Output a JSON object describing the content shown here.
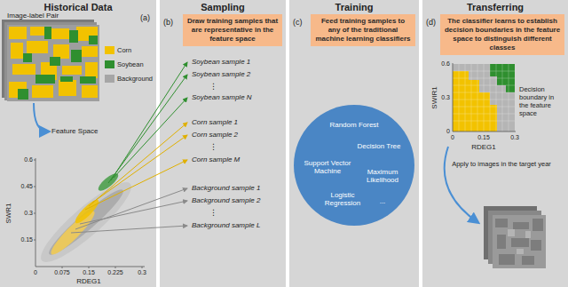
{
  "diagram": {
    "nodes": [
      {
        "text": [
          "Historical Data"
        ]
      },
      {
        "text": [
          "Sampling"
        ]
      },
      {
        "text": [
          "Draw training samples that are representative in the feature space"
        ],
        "in": 1
      },
      {
        "text": [
          "Training"
        ]
      },
      {
        "text": [
          "Feed training samples to any of the traditional machine learning classifiers"
        ],
        "in": 3
      },
      {
        "text": [
          "Random Forest",
          "Decision Tree",
          "Support Vector Machine",
          "Maximum Likelihood",
          "Logistic Regression",
          "..."
        ],
        "in": 3
      },
      {
        "text": [
          "Transferring"
        ]
      },
      {
        "text": [
          "The classifier learns to establish decision boundaries in the feature space to distinguish different classes"
        ],
        "in": 6
      }
    ],
    "labels": [
      "(a)",
      "Image-label Pair",
      "Feature Space",
      "0.6",
      "0.45",
      "0.3",
      "0.15",
      "0",
      "0.075",
      "0.15",
      "0.225",
      "0.3",
      "SWR1",
      "RDEG1",
      "(b)",
      "Soybean sample 1",
      "Soybean sample 2",
      "⋮",
      "Soybean sample N",
      "Corn sample 1",
      "Corn sample 2",
      "⋮",
      "Corn sample M",
      "Background sample 1",
      "Background sample 2",
      "⋮",
      "Background sample L",
      "(c)",
      "(d)",
      "0.6",
      "0.3",
      "0",
      "0",
      "0.15",
      "0.3",
      "SWIR1",
      "RDEG1",
      "Decision boundary in the feature space",
      "Apply to images in the target year"
    ],
    "legend": [
      {
        "text": "Corn",
        "color": "#f2c200"
      },
      {
        "text": "Soybean",
        "color": "#2f8f2f"
      },
      {
        "text": "Background",
        "color": "#a6a6a6"
      }
    ]
  }
}
